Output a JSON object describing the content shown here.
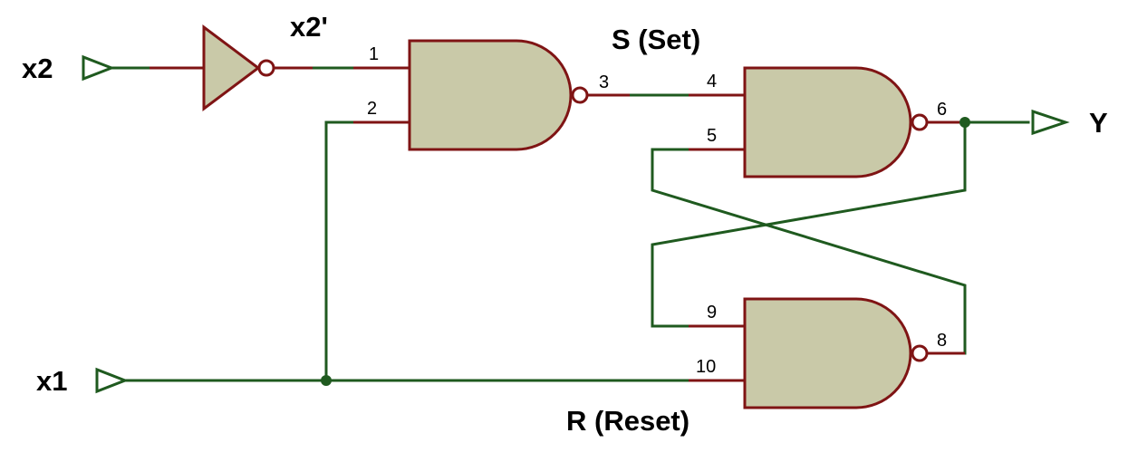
{
  "diagram": {
    "inputs": {
      "x2": "x2",
      "x1": "x1"
    },
    "output": {
      "y": "Y"
    },
    "signals": {
      "x2_inverted": "x2'",
      "set": "S (Set)",
      "reset": "R (Reset)"
    },
    "pins": {
      "p1": "1",
      "p2": "2",
      "p3": "3",
      "p4": "4",
      "p5": "5",
      "p6": "6",
      "p8": "8",
      "p9": "9",
      "p10": "10"
    },
    "colors": {
      "wire": "#1f5a1f",
      "pin_lead": "#7f1414",
      "gate_fill": "#c9c9a8"
    },
    "components": [
      "not-gate",
      "nand-gate-1",
      "nand-gate-2",
      "nand-gate-3"
    ]
  }
}
